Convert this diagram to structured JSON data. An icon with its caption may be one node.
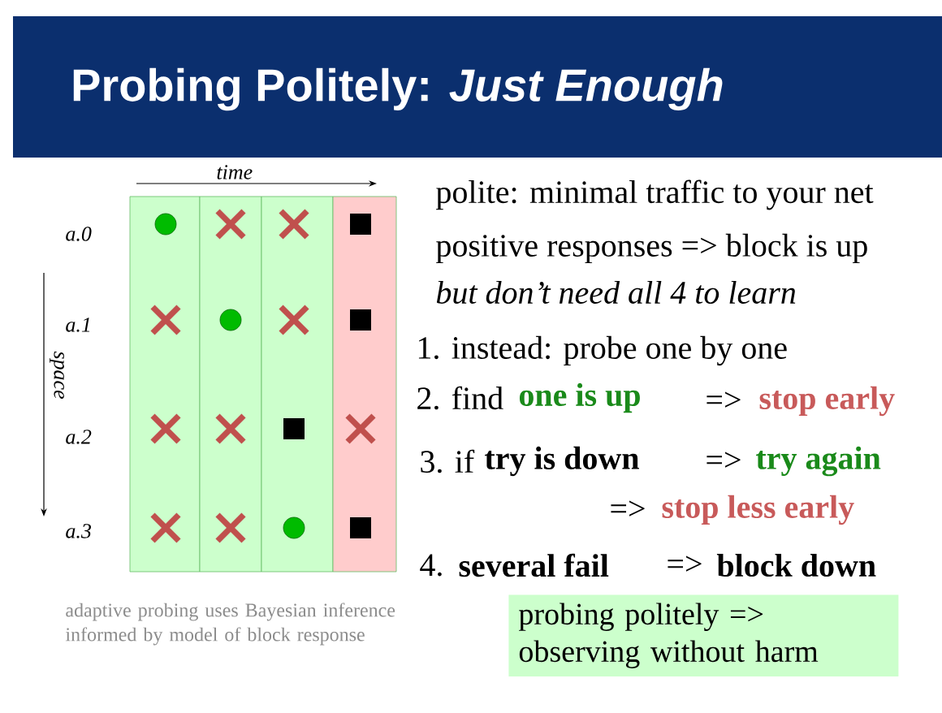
{
  "diagram": {
    "title": "Probing Politely: *Just Enough*",
    "nodes": [
      {
        "text": [],
        "shape": "bar"
      },
      {
        "text": [],
        "shape": "bar"
      },
      {
        "text": [],
        "shape": "bar"
      },
      {
        "text": [],
        "shape": "bar"
      },
      {
        "text": [
          "probing politely => observing without harm"
        ]
      }
    ],
    "edges": [],
    "labels": [
      "time",
      "a.0",
      "a.1",
      "space",
      "a.2",
      "a.3",
      "polite: minimal traffic to your net",
      "positive responses => block is up",
      "but don’t need all 4 to learn",
      "1. instead: probe one by one",
      "2. find",
      "one is up",
      "=>",
      "stop early",
      "3. if",
      "try is down",
      "=>",
      "try again",
      "=>",
      "stop less early",
      "4.",
      "several fail",
      "=>",
      "block down",
      "adaptive probing uses Bayesian inference informed by model of block response"
    ]
  }
}
